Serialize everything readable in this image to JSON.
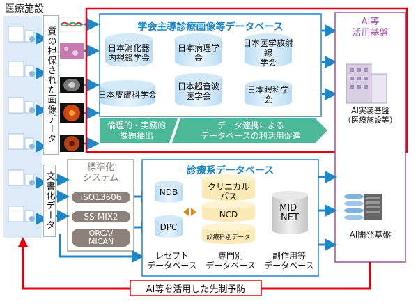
{
  "medical_facility": {
    "title": "医療施設"
  },
  "quality_images": {
    "label": "質の担保された画像データ"
  },
  "documents": {
    "label": "文書化データ"
  },
  "academic_db": {
    "title": "学会主導診療画像等データベース",
    "societies": [
      "日本消化器\n内視鏡学会",
      "日本病理学会",
      "日本医学放射線\n学会",
      "日本皮膚科学会",
      "日本超音波\n医学会",
      "日本眼科学会"
    ]
  },
  "banners": {
    "left": "倫理的・実務的\n課題抽出",
    "right": "データ連携による\nデータベースの利活用促進"
  },
  "standards": {
    "title": "標準化\nシステム",
    "items": [
      "ISO13606",
      "SS-MIX2",
      "ORCA/\nMICAN"
    ]
  },
  "clinical_db": {
    "title": "診療系データベース",
    "ndb": "NDB",
    "dpc": "DPC",
    "clinical_path": "クリニカル\nパス",
    "ncd": "NCD",
    "specialty_data": "診療科別データ",
    "mid_net": "MID-\nNET",
    "bottom_labels": [
      "レセプト\nデータベース",
      "専門別\nデータベース",
      "副作用等\nデータベース"
    ]
  },
  "ai": {
    "title": "AI等\n活用基盤",
    "implementation": "AI実装基盤\n（医療施設等）",
    "development": "AI開発基盤"
  },
  "feedback": {
    "label": "AI等を活用した先制予防"
  },
  "colors": {
    "blue": "#1f86c8",
    "red": "#e60012",
    "teal": "#4db898",
    "purple": "#a0509f",
    "gray": "#8c8279"
  }
}
